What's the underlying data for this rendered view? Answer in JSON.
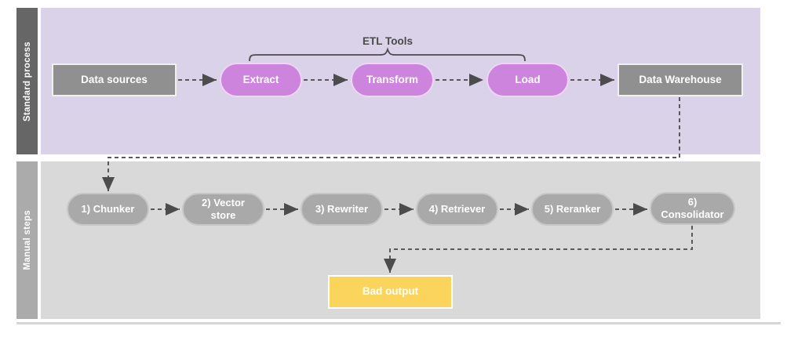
{
  "lanes": [
    {
      "label": "Standard process"
    },
    {
      "label": "Manual steps"
    }
  ],
  "annotation": {
    "label": "ETL Tools"
  },
  "nodes": {
    "data_sources": {
      "label": "Data sources"
    },
    "extract": {
      "label": "Extract"
    },
    "transform": {
      "label": "Transform"
    },
    "load": {
      "label": "Load"
    },
    "data_warehouse": {
      "label": "Data Warehouse"
    },
    "chunker": {
      "label": "1) Chunker"
    },
    "vector_store": {
      "label": "2) Vector store"
    },
    "rewriter": {
      "label": "3) Rewriter"
    },
    "retriever": {
      "label": "4) Retriever"
    },
    "reranker": {
      "label": "5) Reranker"
    },
    "consolidator": {
      "label": "6) Consolidator"
    },
    "bad_output": {
      "label": "Bad output"
    }
  },
  "colors": {
    "lane_standard_label_bg": "#666666",
    "lane_manual_label_bg": "#ababab",
    "lane_standard_bg": "#d9d2e9",
    "lane_manual_bg": "#d9d9d9",
    "node_gray": "#909090",
    "node_gray_border": "#f0f0f0",
    "pill_pink": "#cc84dc",
    "pill_pink_border": "#efd4f5",
    "pill_gray": "#a9a9a9",
    "pill_gray_border": "#c6c6c6",
    "bad_output_yellow": "#fbd45b",
    "bad_output_border": "#ffffff",
    "connector": "#595959",
    "arrowhead": "#4c4c4c",
    "brace": "#4c4c4c",
    "annotation_text": "#4a4a4a"
  }
}
